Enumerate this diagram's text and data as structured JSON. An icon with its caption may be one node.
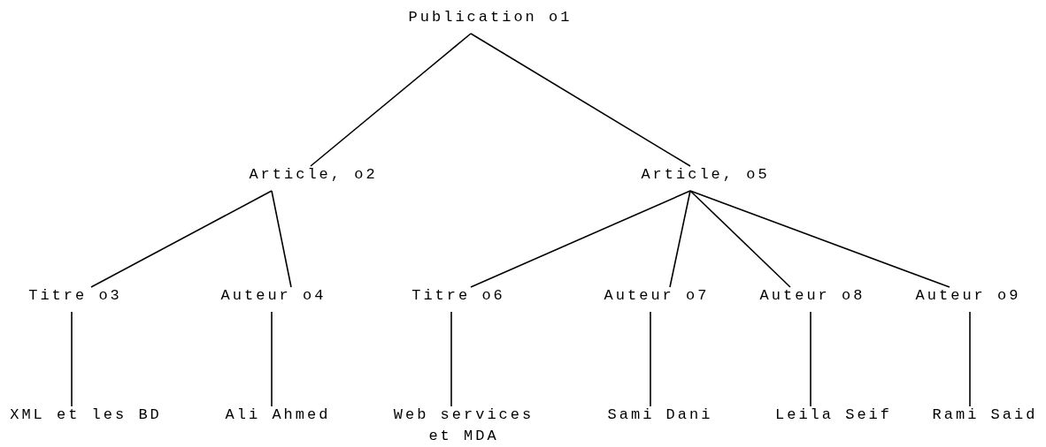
{
  "diagram": {
    "nodes": [
      {
        "text": [
          "Publication o1"
        ]
      },
      {
        "text": [
          "Article, o2"
        ]
      },
      {
        "text": [
          "Article, o5"
        ]
      },
      {
        "text": [
          "Titre o3"
        ]
      },
      {
        "text": [
          "Auteur o4"
        ]
      },
      {
        "text": [
          "Titre o6"
        ]
      },
      {
        "text": [
          "Auteur o7"
        ]
      },
      {
        "text": [
          "Auteur o8"
        ]
      },
      {
        "text": [
          "Auteur o9"
        ]
      },
      {
        "text": [
          "XML et les BD"
        ]
      },
      {
        "text": [
          "Ali Ahmed"
        ]
      },
      {
        "text": [
          "Web services et MDA"
        ]
      },
      {
        "text": [
          "Sami Dani"
        ]
      },
      {
        "text": [
          "Leila Seif"
        ]
      },
      {
        "text": [
          "Rami Said"
        ]
      }
    ],
    "edges": [
      {
        "from": 0,
        "to": 1,
        "arrow": "none"
      },
      {
        "from": 0,
        "to": 2,
        "arrow": "none"
      },
      {
        "from": 1,
        "to": 3,
        "arrow": "none"
      },
      {
        "from": 1,
        "to": 4,
        "arrow": "none"
      },
      {
        "from": 2,
        "to": 5,
        "arrow": "none"
      },
      {
        "from": 2,
        "to": 6,
        "arrow": "none"
      },
      {
        "from": 2,
        "to": 7,
        "arrow": "none"
      },
      {
        "from": 2,
        "to": 8,
        "arrow": "none"
      },
      {
        "from": 3,
        "to": 9,
        "arrow": "none"
      },
      {
        "from": 4,
        "to": 10,
        "arrow": "none"
      },
      {
        "from": 5,
        "to": 11,
        "arrow": "none"
      },
      {
        "from": 6,
        "to": 12,
        "arrow": "none"
      },
      {
        "from": 7,
        "to": 13,
        "arrow": "none"
      },
      {
        "from": 8,
        "to": 14,
        "arrow": "none"
      }
    ]
  }
}
